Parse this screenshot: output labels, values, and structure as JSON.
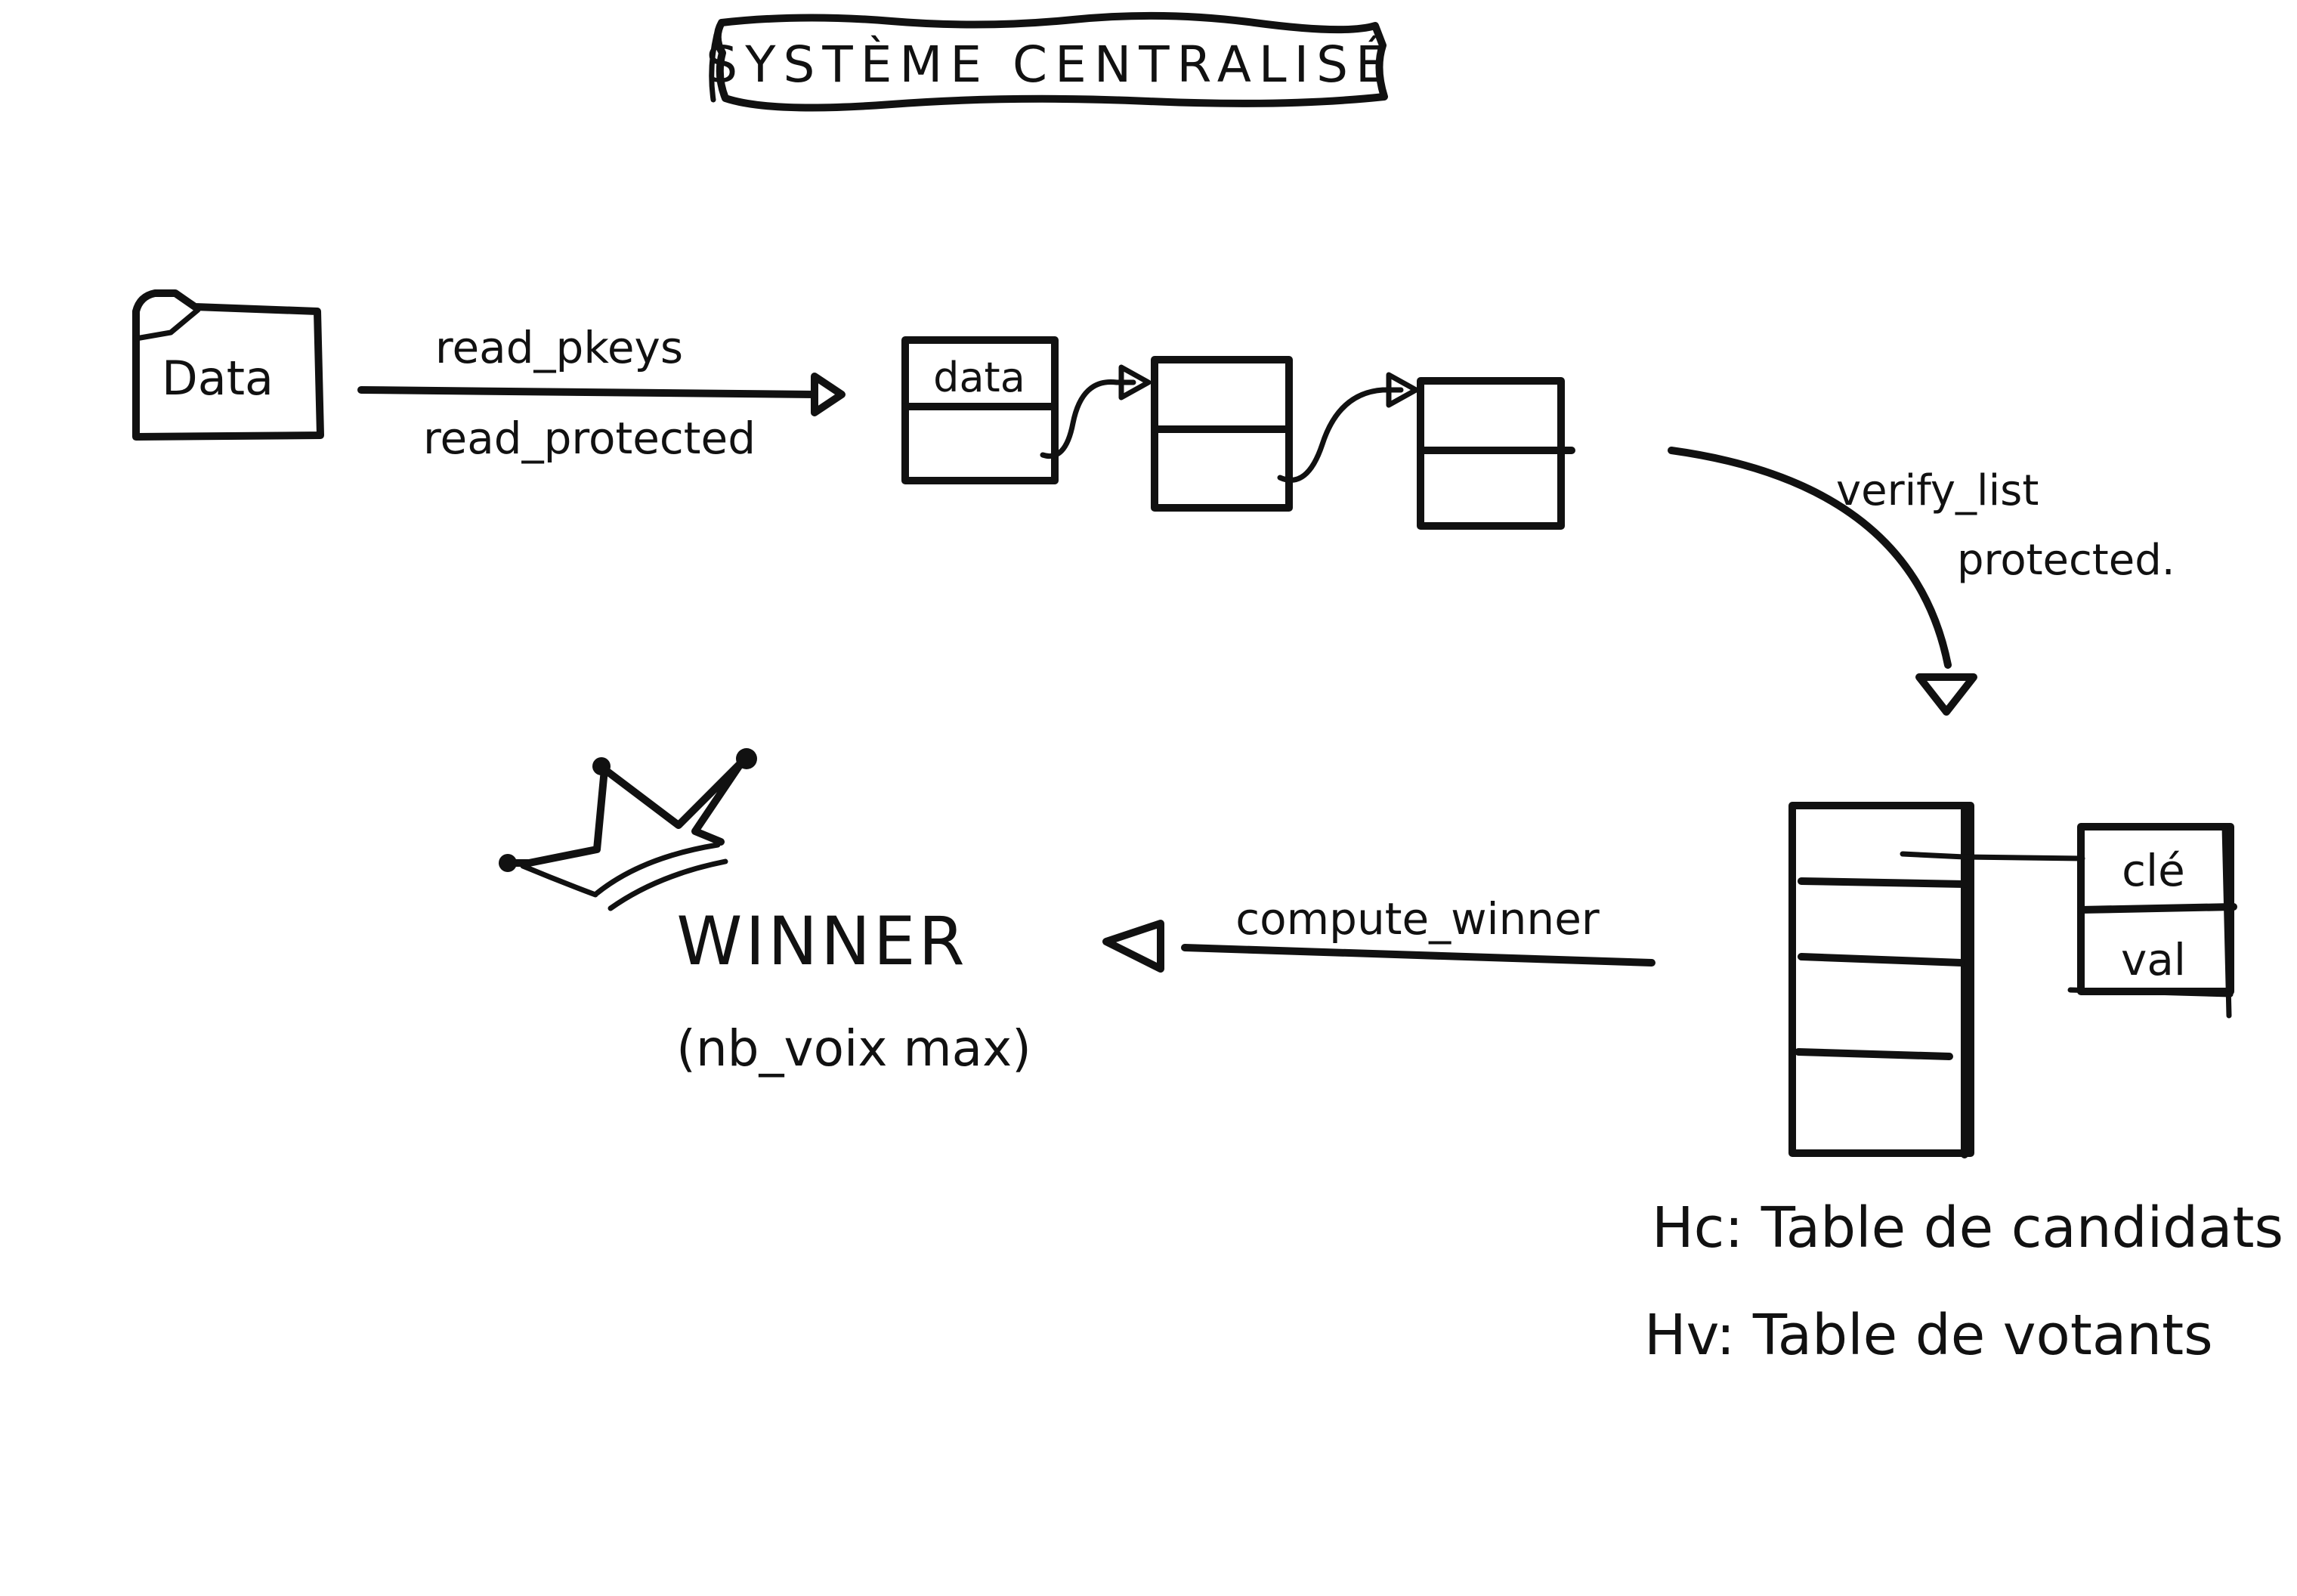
{
  "title": "SYSTÈME CENTRALISÉ",
  "data_store": {
    "label": "Data"
  },
  "arrow_read": {
    "top_label": "read_pkeys",
    "bottom_label": "read_protected"
  },
  "linked_list": {
    "first_node_label": "data"
  },
  "arrow_verify": {
    "line1": "verify_list",
    "line2": "protected."
  },
  "hash_entry": {
    "key_label": "clé",
    "value_label": "val"
  },
  "legend": {
    "hc": "Hc: Table de candidats",
    "hv": "Hv: Table de votants"
  },
  "arrow_compute": {
    "label": "compute_winner"
  },
  "winner": {
    "title": "WINNER",
    "subtitle": "(nb_voix max)"
  },
  "colors": {
    "ink": "#111111",
    "paper": "#ffffff"
  }
}
